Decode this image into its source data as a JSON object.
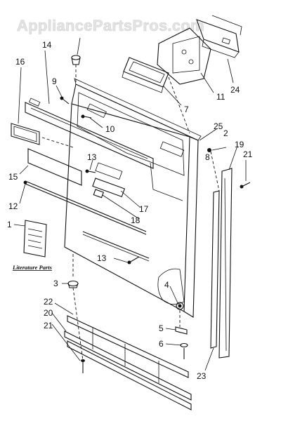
{
  "watermark": "AppliancePartsPros.com",
  "literature_label": "Literature Parts",
  "callouts": [
    "14",
    "16",
    "9",
    "10",
    "7",
    "11",
    "24",
    "25",
    "2",
    "8",
    "19",
    "21",
    "13",
    "15",
    "12",
    "17",
    "18",
    "1",
    "3",
    "4",
    "5",
    "6",
    "22",
    "20",
    "21",
    "23",
    "13"
  ]
}
